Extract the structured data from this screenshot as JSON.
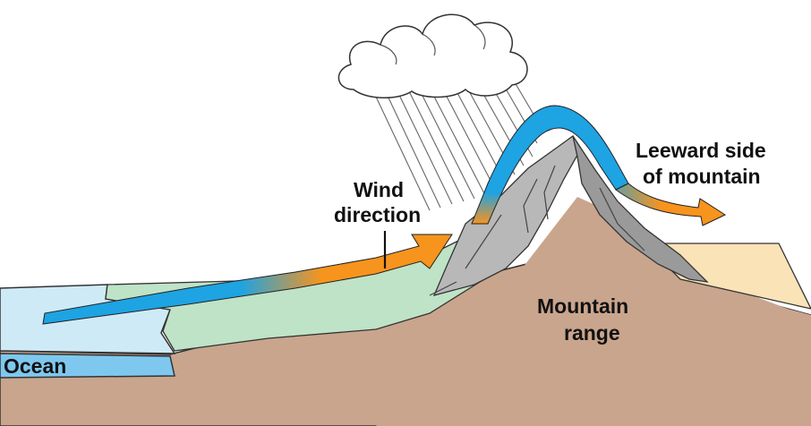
{
  "labels": {
    "wind_line1": "Wind",
    "wind_line2": "direction",
    "leeward_line1": "Leeward side",
    "leeward_line2": "of mountain",
    "mountain_line1": "Mountain",
    "mountain_line2": "range",
    "ocean": "Ocean"
  },
  "colors": {
    "ocean_top": "#cfeaf7",
    "ocean_front": "#7ec8ef",
    "green_land": "#bfe3c6",
    "beige_land": "#fbe3b8",
    "earth": "#c9a58d",
    "rock": "#b8b8b8",
    "wind_cool": "#1ea3e3",
    "wind_warm": "#f7941d",
    "cloud": "#ffffff",
    "rain": "#666666"
  }
}
